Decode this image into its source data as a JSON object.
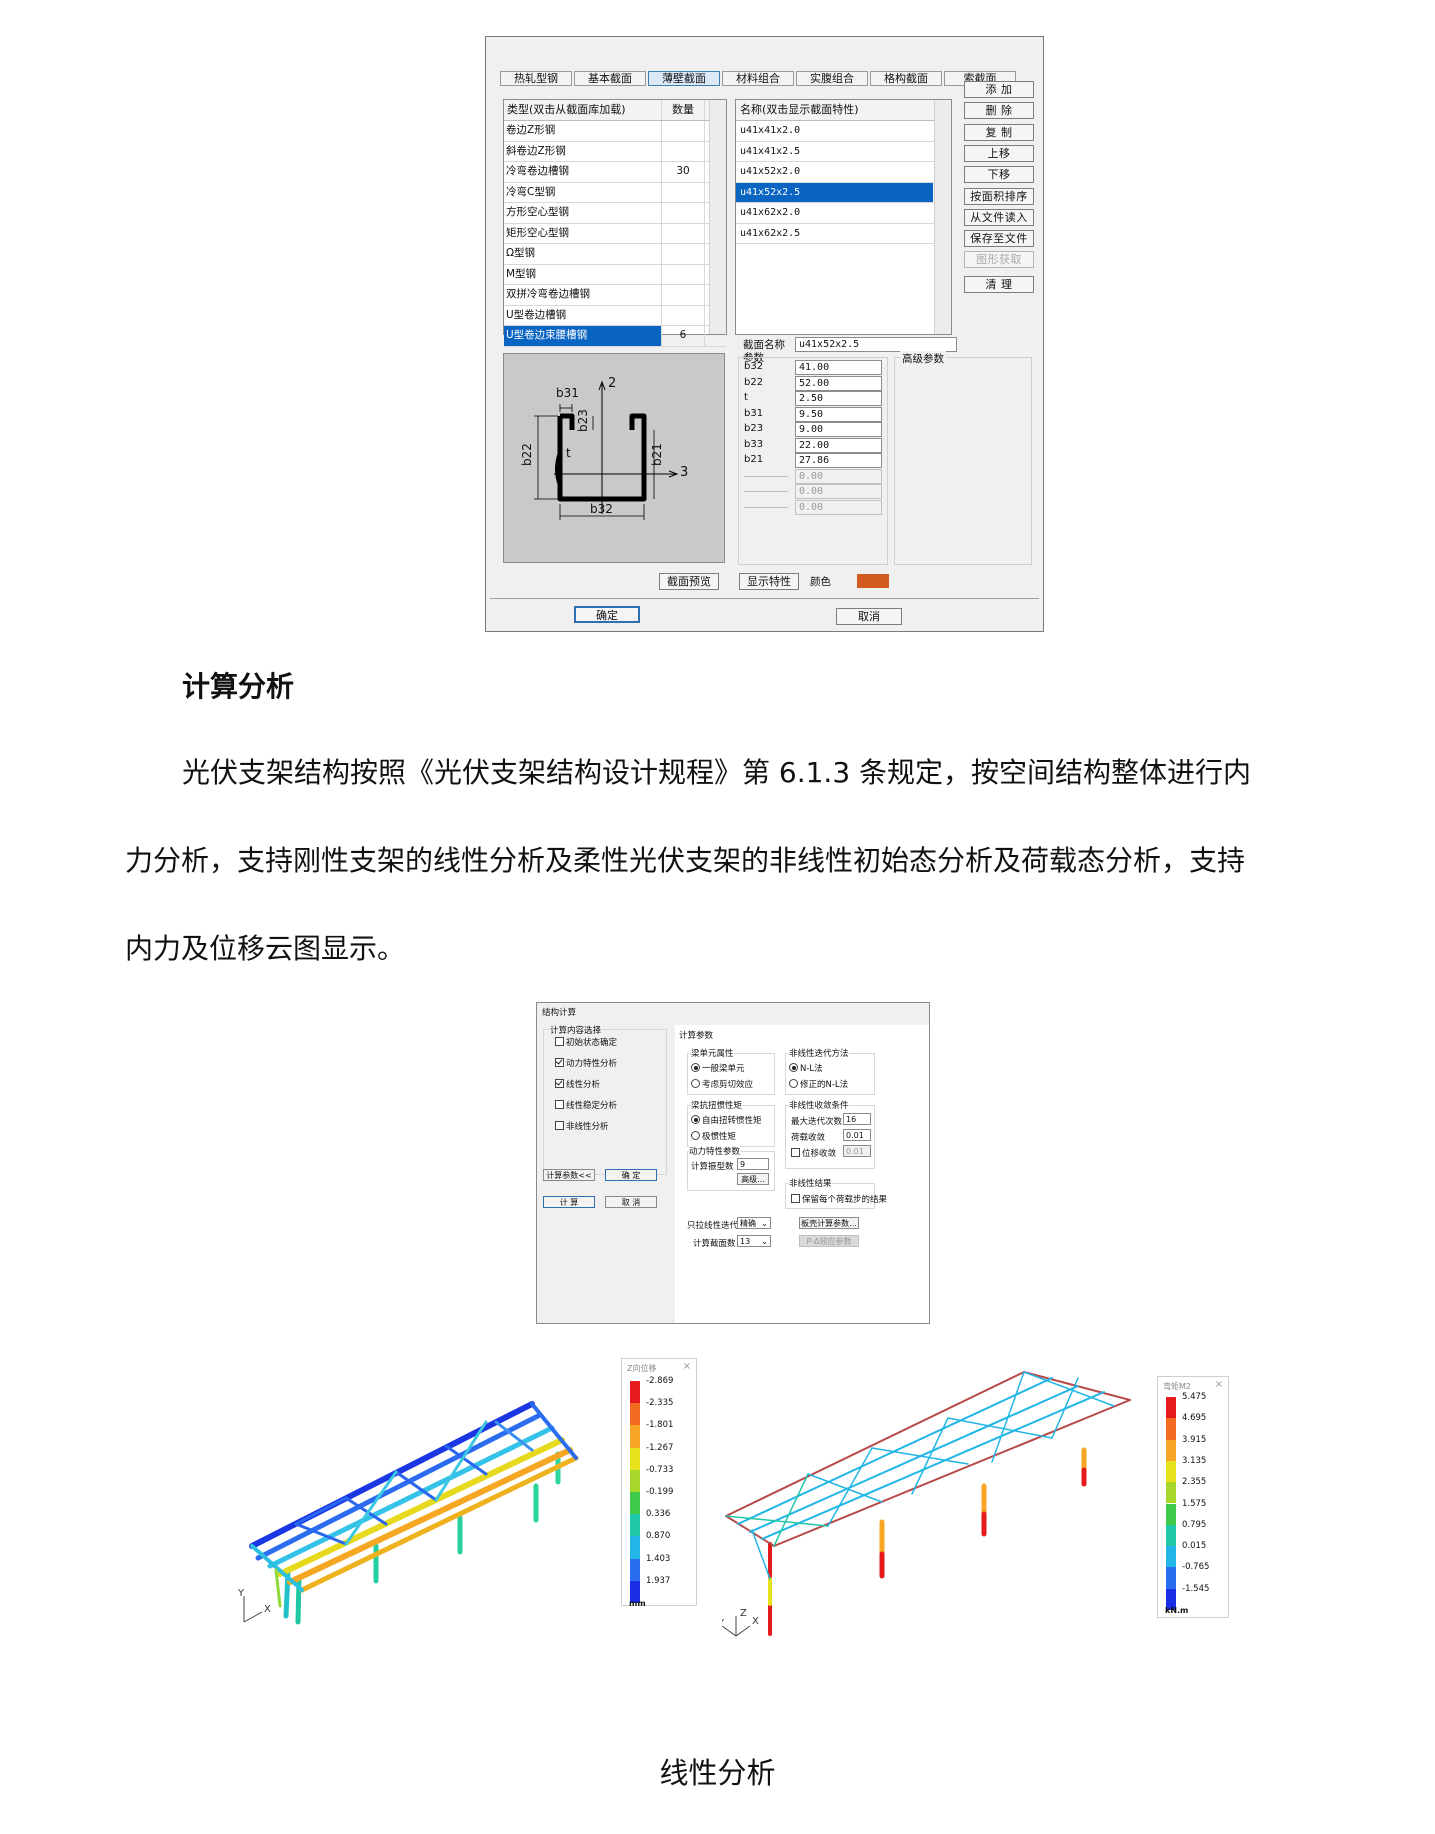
{
  "dialog1": {
    "tabs": [
      "热轧型钢",
      "基本截面",
      "薄壁截面",
      "材料组合",
      "实腹组合",
      "格构截面",
      "索截面"
    ],
    "selected_tab": 2,
    "type_header": "类型(双击从截面库加载)",
    "count_header": "数量",
    "types": [
      {
        "name": "卷边Z形钢",
        "count": ""
      },
      {
        "name": "斜卷边Z形钢",
        "count": ""
      },
      {
        "name": "冷弯卷边槽钢",
        "count": "30"
      },
      {
        "name": "冷弯C型钢",
        "count": ""
      },
      {
        "name": "方形空心型钢",
        "count": ""
      },
      {
        "name": "矩形空心型钢",
        "count": ""
      },
      {
        "name": "Ω型钢",
        "count": ""
      },
      {
        "name": "M型钢",
        "count": ""
      },
      {
        "name": "双拼冷弯卷边槽钢",
        "count": ""
      },
      {
        "name": "U型卷边槽钢",
        "count": ""
      },
      {
        "name": "U型卷边束腰槽钢",
        "count": "6"
      }
    ],
    "selected_type": 10,
    "name_header": "名称(双击显示截面特性)",
    "names": [
      "u41x41x2.0",
      "u41x41x2.5",
      "u41x52x2.0",
      "u41x52x2.5",
      "u41x62x2.0",
      "u41x62x2.5"
    ],
    "selected_name": 3,
    "side_buttons": [
      "添  加",
      "删  除",
      "复  制",
      "上移",
      "下移",
      "按面积排序",
      "从文件读入",
      "保存至文件",
      "图形获取",
      "清  理"
    ],
    "section_name_label": "截面名称",
    "section_name_value": "u41x52x2.5",
    "params_label": "参数",
    "advanced_label": "高级参数",
    "params": [
      {
        "name": "b32",
        "value": "41.00"
      },
      {
        "name": "b22",
        "value": "52.00"
      },
      {
        "name": "t",
        "value": "2.50"
      },
      {
        "name": "b31",
        "value": "9.50"
      },
      {
        "name": "b23",
        "value": "9.00"
      },
      {
        "name": "b33",
        "value": "22.00"
      },
      {
        "name": "b21",
        "value": "27.86"
      },
      {
        "name": "",
        "value": "0.00"
      },
      {
        "name": "",
        "value": "0.00"
      },
      {
        "name": "",
        "value": "0.00"
      }
    ],
    "diagram_labels": {
      "b31": "b31",
      "b23": "b23",
      "b21": "b21",
      "b22": "b22",
      "b32": "b32",
      "t": "t",
      "axis2": "2",
      "axis3": "3"
    },
    "preview_button": "截面预览",
    "show_props_button": "显示特性",
    "color_label": "颜色",
    "color_swatch": "#d35a1e",
    "ok_button": "确定",
    "cancel_button": "取消"
  },
  "section_heading": "计算分析",
  "paragraph": [
    "光伏支架结构按照《光伏支架结构设计规程》第 6.1.3 条规定，按空间结构整体进行内",
    "力分析，支持刚性支架的线性分析及柔性光伏支架的非线性初始态分析及荷载态分析，支持",
    "内力及位移云图显示。"
  ],
  "dialog2": {
    "title": "结构计算",
    "content_group": "计算内容选择",
    "checks": [
      {
        "label": "初始状态确定",
        "on": false
      },
      {
        "label": "动力特性分析",
        "on": true
      },
      {
        "label": "线性分析",
        "on": true
      },
      {
        "label": "线性稳定分析",
        "on": false
      },
      {
        "label": "非线性分析",
        "on": false
      }
    ],
    "btn_params": "计算参数<<",
    "btn_ok": "确  定",
    "btn_calc": "计  算",
    "btn_cancel": "取  消",
    "params_title": "计算参数",
    "beam_group": "梁单元属性",
    "beam_opts": [
      {
        "label": "一般梁单元",
        "on": true
      },
      {
        "label": "考虑剪切效应",
        "on": false
      }
    ],
    "nl_method_group": "非线性迭代方法",
    "nl_opts": [
      {
        "label": "N-L法",
        "on": true
      },
      {
        "label": "修正的N-L法",
        "on": false
      }
    ],
    "torsion_group": "梁抗扭惯性矩",
    "torsion_opts": [
      {
        "label": "自由扭转惯性矩",
        "on": true
      },
      {
        "label": "极惯性矩",
        "on": false
      }
    ],
    "conv_group": "非线性收敛条件",
    "max_iter_label": "最大迭代次数",
    "max_iter_value": "16",
    "load_conv_label": "荷载收敛",
    "load_conv_value": "0.01",
    "disp_conv_label": "位移收敛",
    "disp_conv_value": "0.01",
    "dyn_group": "动力特性参数",
    "modes_label": "计算振型数",
    "modes_value": "9",
    "adv_button": "高级...",
    "nl_result_group": "非线性结果",
    "keep_result_label": "保留每个荷载步的结果",
    "tension_label": "只拉线性迭代",
    "tension_value": "精确",
    "sections_label": "计算截面数",
    "sections_value": "13",
    "shell_button": "板壳计算参数...",
    "pdelta_button": "P-Δ效应参数"
  },
  "legend_left": {
    "title": "Z向位移",
    "values": [
      "-2.869",
      "-2.335",
      "-1.801",
      "-1.267",
      "-0.733",
      "-0.199",
      "0.336",
      "0.870",
      "1.403",
      "1.937"
    ],
    "unit": "mm",
    "colors": [
      "#e41a1c",
      "#f26b21",
      "#f6a623",
      "#e7e21e",
      "#a6d72a",
      "#3ec94a",
      "#21c8a8",
      "#22b6e6",
      "#2a6df0",
      "#1b2ee6"
    ]
  },
  "legend_right": {
    "title": "弯矩M2",
    "values": [
      "5.475",
      "4.695",
      "3.915",
      "3.135",
      "2.355",
      "1.575",
      "0.795",
      "0.015",
      "-0.765",
      "-1.545"
    ],
    "unit": "kN.m",
    "colors": [
      "#e41a1c",
      "#f26b21",
      "#f6a623",
      "#e7e21e",
      "#a6d72a",
      "#3ec94a",
      "#21c8a8",
      "#22b6e6",
      "#2a6df0",
      "#1b2ee6"
    ]
  },
  "axes_labels": {
    "y": "Y",
    "x": "X",
    "z": "Z"
  },
  "caption": "线性分析"
}
